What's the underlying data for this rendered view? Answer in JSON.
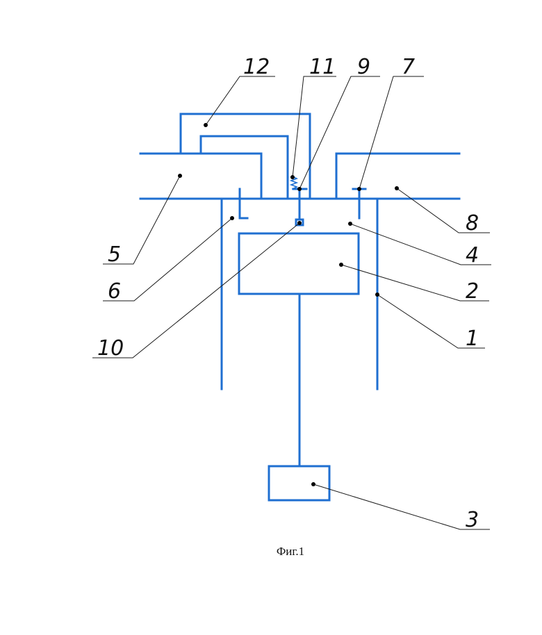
{
  "figure": {
    "caption": "Фиг.1",
    "colors": {
      "lines": "#1f6fd1",
      "leaders": "#1a1a1a",
      "text": "#111111",
      "background": "#ffffff"
    },
    "labels": {
      "l1": "1",
      "l2": "2",
      "l3": "3",
      "l4": "4",
      "l5": "5",
      "l6": "6",
      "l7": "7",
      "l8": "8",
      "l9": "9",
      "l10": "10",
      "l11": "11",
      "l12": "12"
    }
  }
}
